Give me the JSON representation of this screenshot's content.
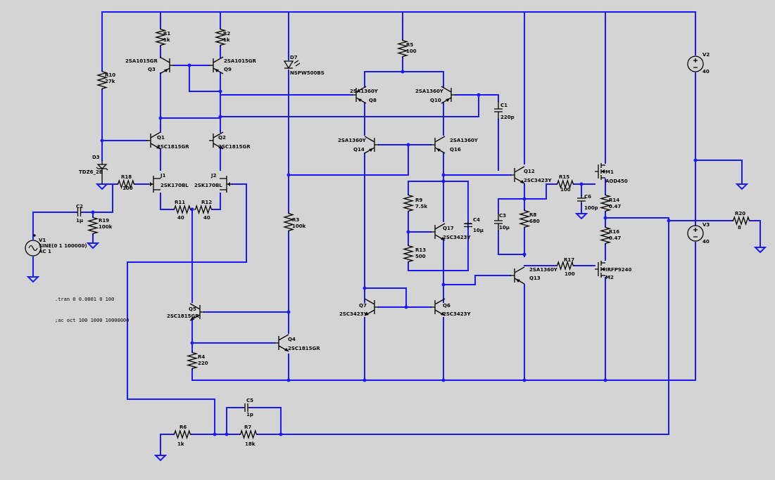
{
  "components": [
    {
      "ref": "R1",
      "value": "1k"
    },
    {
      "ref": "R2",
      "value": "1k"
    },
    {
      "ref": "R3",
      "value": "100k"
    },
    {
      "ref": "R4",
      "value": "220"
    },
    {
      "ref": "R5",
      "value": "100"
    },
    {
      "ref": "R6",
      "value": "1k"
    },
    {
      "ref": "R7",
      "value": "18k"
    },
    {
      "ref": "R8",
      "value": "680"
    },
    {
      "ref": "R9",
      "value": "7.5k"
    },
    {
      "ref": "R10",
      "value": "27k"
    },
    {
      "ref": "R11",
      "value": "40"
    },
    {
      "ref": "R12",
      "value": "40"
    },
    {
      "ref": "R13",
      "value": "500"
    },
    {
      "ref": "R14",
      "value": "0.47"
    },
    {
      "ref": "R15",
      "value": "100"
    },
    {
      "ref": "R16",
      "value": "0.47"
    },
    {
      "ref": "R17",
      "value": "100"
    },
    {
      "ref": "R18",
      "value": "100"
    },
    {
      "ref": "R19",
      "value": "100k"
    },
    {
      "ref": "R20",
      "value": "8"
    },
    {
      "ref": "C1",
      "value": "220p"
    },
    {
      "ref": "C2",
      "value": "1µ"
    },
    {
      "ref": "C3",
      "value": "10µ"
    },
    {
      "ref": "C4",
      "value": "10µ"
    },
    {
      "ref": "C5",
      "value": "1p"
    },
    {
      "ref": "C6",
      "value": "100p"
    },
    {
      "ref": "Q1",
      "value": "2SC1815GR"
    },
    {
      "ref": "Q2",
      "value": "2SC1815GR"
    },
    {
      "ref": "Q3",
      "value": "2SA1015GR"
    },
    {
      "ref": "Q4",
      "value": "2SC1815GR"
    },
    {
      "ref": "Q5",
      "value": "2SC1815GR"
    },
    {
      "ref": "Q6",
      "value": "2SC3423Y"
    },
    {
      "ref": "Q7",
      "value": "2SC3423Y"
    },
    {
      "ref": "Q8",
      "value": "2SA1360Y"
    },
    {
      "ref": "Q9",
      "value": "2SA1015GR"
    },
    {
      "ref": "Q10",
      "value": "2SA1360Y"
    },
    {
      "ref": "Q12",
      "value": "2SC3423Y"
    },
    {
      "ref": "Q13",
      "value": "2SA1360Y"
    },
    {
      "ref": "Q14",
      "value": "2SA1360Y"
    },
    {
      "ref": "Q16",
      "value": "2SA1360Y"
    },
    {
      "ref": "Q17",
      "value": "2SC3423Y"
    },
    {
      "ref": "J1",
      "value": "2SK170BL"
    },
    {
      "ref": "J2",
      "value": "2SK170BL"
    },
    {
      "ref": "M1",
      "value": "AOD450"
    },
    {
      "ref": "M2",
      "value": "IRFP9240"
    },
    {
      "ref": "D3",
      "value": "TDZ6_2B"
    },
    {
      "ref": "D7",
      "value": "NSPW500BS"
    },
    {
      "ref": "V1",
      "value": "SINE(0 1 100000)",
      "value2": "AC 1"
    },
    {
      "ref": "V2",
      "value": "40"
    },
    {
      "ref": "V3",
      "value": "40"
    }
  ],
  "directives": [
    ".tran 0 0.0001 0 100",
    ";ac oct 100 1000 10000000"
  ],
  "colors": {
    "background": "#d4d4d4",
    "wire": "#1a1aff",
    "component": "#000000"
  }
}
